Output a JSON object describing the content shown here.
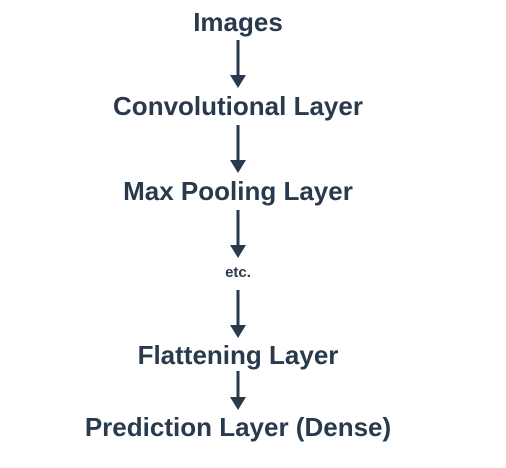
{
  "diagram": {
    "text_color": "#2a3a4d",
    "nodes": [
      {
        "label": "Images",
        "size": "large"
      },
      {
        "label": "Convolutional Layer",
        "size": "large"
      },
      {
        "label": "Max Pooling Layer",
        "size": "large"
      },
      {
        "label": "etc.",
        "size": "small"
      },
      {
        "label": "Flattening Layer",
        "size": "large"
      },
      {
        "label": "Prediction Layer (Dense)",
        "size": "large"
      }
    ],
    "edges": [
      {
        "from": 0,
        "to": 1
      },
      {
        "from": 1,
        "to": 2
      },
      {
        "from": 2,
        "to": 3
      },
      {
        "from": 3,
        "to": 4
      },
      {
        "from": 4,
        "to": 5
      }
    ]
  }
}
